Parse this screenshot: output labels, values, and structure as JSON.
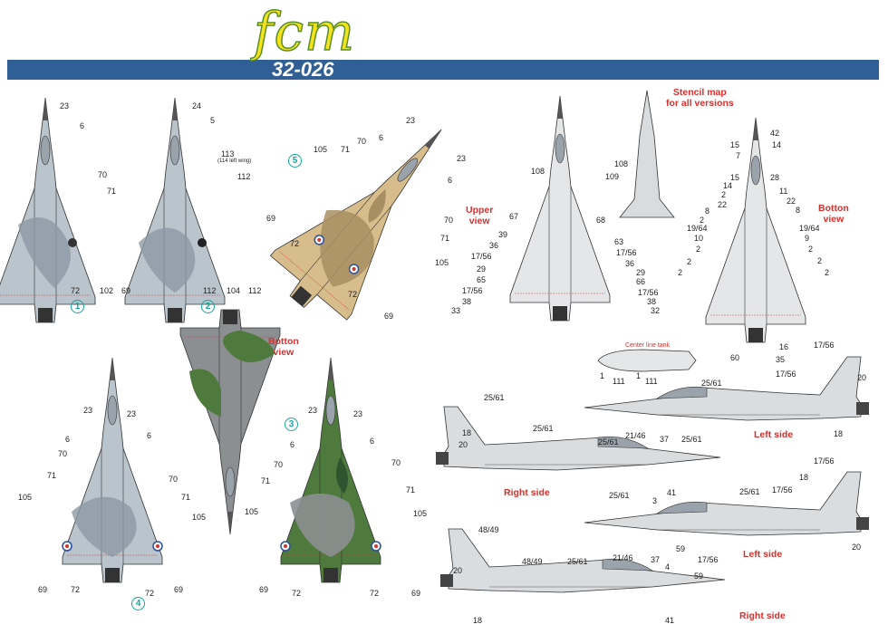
{
  "header": {
    "logo": "fcm",
    "code": "32-026"
  },
  "titles": {
    "stencil_map": "Stencil map\nfor all versions",
    "upper_view": "Upper\nview",
    "botton_view_right": "Botton\nview",
    "botton_view_center": "Botton\nview",
    "center_line_tank": "Center line tank",
    "left_side_1": "Left side",
    "right_side_1": "Right side",
    "left_side_2": "Left side",
    "right_side_2": "Right side"
  },
  "version_markers": [
    "1",
    "2",
    "3",
    "4",
    "5"
  ],
  "callouts": {
    "a1_23": "23",
    "a1_6": "6",
    "a1_70": "70",
    "a1_71": "71",
    "a1_72": "72",
    "a1_102": "102",
    "a1_69": "69",
    "a2_24": "24",
    "a2_5": "5",
    "a2_113": "113",
    "a2_113_note": "(114 left wing)",
    "a2_112a": "112",
    "a2_112b": "112",
    "a2_104": "104",
    "a2_112c": "112",
    "a5_6": "6",
    "a5_23a": "23",
    "a5_23b": "23",
    "a5_6b": "6",
    "a5_70a": "70",
    "a5_105a": "105",
    "a5_71a": "71",
    "a5_69": "69",
    "a5_72a": "72",
    "a5_70b": "70",
    "a5_71b": "71",
    "a5_105b": "105",
    "a5_72b": "72",
    "a5_69b": "69",
    "a4_23a": "23",
    "a4_23b": "23",
    "a4_6a": "6",
    "a4_6b": "6",
    "a4_70a": "70",
    "a4_70b": "70",
    "a4_71a": "71",
    "a4_71b": "71",
    "a4_105a": "105",
    "a4_105b": "105",
    "a4_69a": "69",
    "a4_72a": "72",
    "a4_72b": "72",
    "a4_69b": "69",
    "a3_23a": "23",
    "a3_23b": "23",
    "a3_6a": "6",
    "a3_6b": "6",
    "a3_70a": "70",
    "a3_70b": "70",
    "a3_71a": "71",
    "a3_71b": "71",
    "a3_105a": "105",
    "a3_105b": "105",
    "a3_69a": "69",
    "a3_72a": "72",
    "a3_72b": "72",
    "a3_69b": "69",
    "u_108a": "108",
    "u_108b": "108",
    "u_109": "109",
    "u_67": "67",
    "u_68": "68",
    "u_39": "39",
    "u_36": "36",
    "u_17_56a": "17/56",
    "u_29a": "29",
    "u_65": "65",
    "u_17_56b": "17/56",
    "u_38a": "38",
    "u_33": "33",
    "u_63": "63",
    "u_17_56c": "17/56",
    "u_36b": "36",
    "u_29b": "29",
    "u_66": "66",
    "u_17_56d": "17/56",
    "u_38b": "38",
    "u_32": "32",
    "b_42": "42",
    "b_15a": "15",
    "b_14a": "14",
    "b_7": "7",
    "b_15b": "15",
    "b_28": "28",
    "b_14b": "14",
    "b_11": "11",
    "b_2a": "2",
    "b_22a": "22",
    "b_22b": "22",
    "b_8a": "8",
    "b_8b": "8",
    "b_2b": "2",
    "b_19_64a": "19/64",
    "b_19_64b": "19/64",
    "b_10": "10",
    "b_9": "9",
    "b_2c": "2",
    "b_2d": "2",
    "b_2e": "2",
    "b_2f": "2",
    "b_2g": "2",
    "b_2h": "2",
    "b_16": "16",
    "b_60": "60",
    "b_35": "35",
    "tank_1": "1",
    "tank_111a": "111",
    "tank_111b": "111",
    "tank_1b": "1",
    "l1_17_56a": "17/56",
    "l1_17_56b": "17/56",
    "l1_20": "20",
    "l1_25_61": "25/61",
    "l1_21_46": "21/46",
    "l1_37": "37",
    "l1_25_61b": "25/61",
    "l1_18": "18",
    "r1_25_61a": "25/61",
    "r1_25_61b": "25/61",
    "r1_18": "18",
    "r1_20": "20",
    "r1_25_61c": "25/61",
    "r1_25_61d": "25/61",
    "r1_41": "41",
    "l2_17_56a": "17/56",
    "l2_18": "18",
    "l2_17_56b": "17/56",
    "l2_3": "3",
    "l2_25_61": "25/61",
    "l2_21_46": "21/46",
    "l2_37": "37",
    "l2_59": "59",
    "l2_17_56c": "17/56",
    "l2_20": "20",
    "r2_48_49a": "48/49",
    "r2_48_49b": "48/49",
    "r2_25_61": "25/61",
    "r2_20": "20",
    "r2_18": "18",
    "r2_4": "4",
    "r2_59": "59",
    "r2_41": "41"
  },
  "colors": {
    "header_band": "#2f5f95",
    "logo_fill": "#f4e21a",
    "logo_outline": "#5a8f2a",
    "camo_grey_light": "#b9c4cc",
    "camo_grey_mid": "#8c99a4",
    "camo_sand": "#d7bd8b",
    "camo_brown": "#a88f63",
    "camo_green": "#4f7a3d",
    "camo_dark_green": "#2f5530",
    "stencil_red": "#d8302e",
    "marker_teal": "#13a89e"
  }
}
